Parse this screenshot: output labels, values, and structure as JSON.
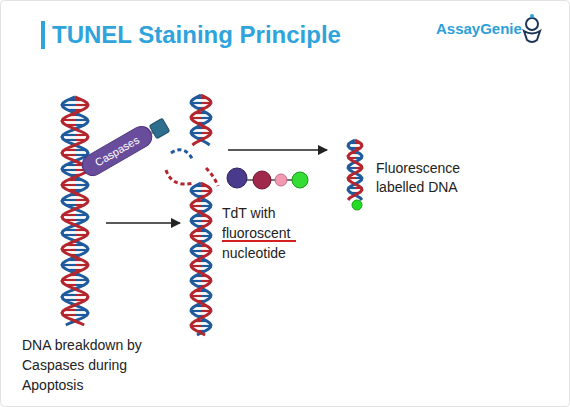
{
  "diagram": {
    "title": "TUNEL Staining Principle",
    "nodes": [
      {
        "text": [
          "Caspases"
        ]
      }
    ],
    "labels": [
      "AssayGenie",
      "TdT with fluoroscent nucleotide",
      "Fluorescence labelled DNA",
      "DNA breakdown by Caspases during Apoptosis"
    ]
  }
}
